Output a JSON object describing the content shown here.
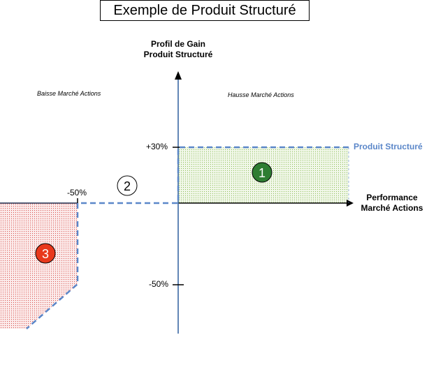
{
  "title": "Exemple de Produit Structuré",
  "y_axis_label": {
    "line1": "Profil de Gain",
    "line2": "Produit Structuré"
  },
  "x_axis_label": {
    "line1": "Performance",
    "line2": "Marché Actions"
  },
  "quadrant_labels": {
    "left": "Baisse Marché Actions",
    "right": "Hausse Marché Actions"
  },
  "ticks": {
    "y_top": "+30%",
    "y_bottom": "-50%",
    "x_left": "-50%"
  },
  "series_label": "Produit Structuré",
  "markers": [
    "1",
    "2",
    "3"
  ],
  "colors": {
    "axis": "#000000",
    "vertical_axis": "#2f5f9e",
    "payoff_line": "#5b87c9",
    "series_label": "#5b87c9",
    "zone_gain": "#9bc46a",
    "zone_loss": "#d9534f",
    "marker1_fill": "#2e7d32",
    "marker3_fill": "#e8381c",
    "marker2_fill": "#ffffff"
  }
}
